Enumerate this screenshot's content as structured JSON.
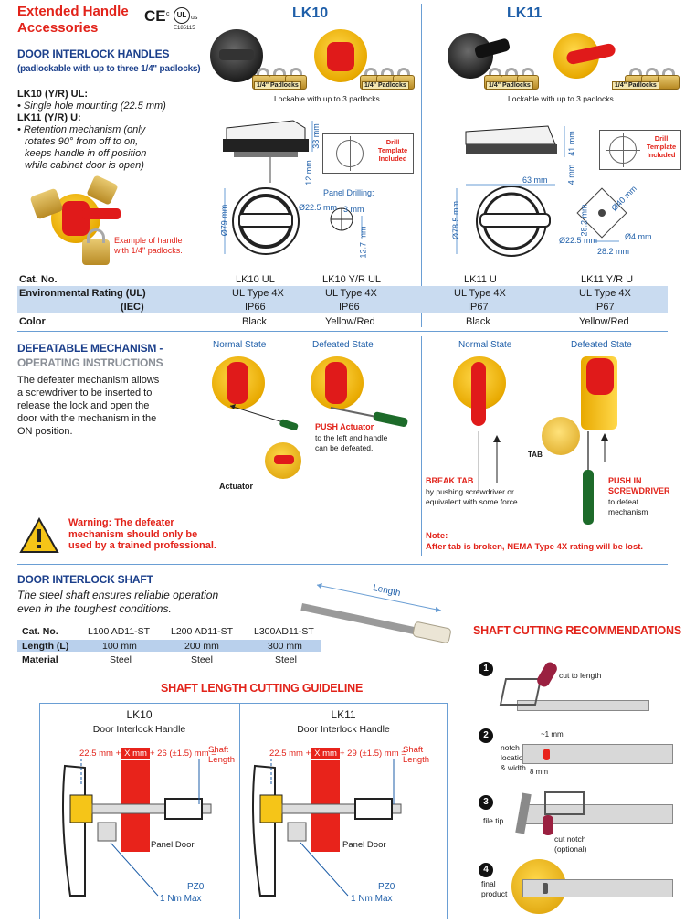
{
  "header": {
    "title_line1": "Extended Handle",
    "title_line2": "Accessories",
    "cert_ce": "CE",
    "cert_ul": "UL",
    "cert_us": "us",
    "cert_c": "c",
    "cert_file": "E185115",
    "lk10": "LK10",
    "lk11": "LK11"
  },
  "interlock": {
    "heading": "DOOR INTERLOCK HANDLES",
    "subheading": "(padlockable with up to three 1/4\" padlocks)",
    "lk10_label": "LK10 (Y/R) UL:",
    "lk10_bullet": "• Single hole mounting (22.5 mm)",
    "lk11_label": "LK11 (Y/R) U:",
    "lk11_bullet_1": "• Retention mechanism (only",
    "lk11_bullet_2": "rotates 90° from off to on,",
    "lk11_bullet_3": "keeps handle in off position",
    "lk11_bullet_4": "while cabinet door is open)",
    "example_1": "Example of handle",
    "example_2": "with 1/4\" padlocks.",
    "padlocks_label": "1/4\" Padlocks",
    "lockable": "Lockable with up to 3 padlocks.",
    "drill_1": "Drill",
    "drill_2": "Template",
    "drill_3": "Included",
    "panel_drilling": "Panel Drilling:",
    "lk10_dims": {
      "d38": "38 mm",
      "d12": "12 mm",
      "d79": "Ø79 mm",
      "d225": "Ø22.5 mm",
      "d3": "3 mm",
      "d127": "12.7 mm"
    },
    "lk11_dims": {
      "d41": "41 mm",
      "d4": "4 mm",
      "d63": "63 mm",
      "d785": "Ø78.5 mm",
      "d40": "Ø40 mm",
      "d282a": "28.2 mm",
      "d225": "Ø22.5 mm",
      "d4b": "Ø4 mm",
      "d282b": "28.2 mm"
    }
  },
  "spec_table": {
    "headers": [
      "Cat. No.",
      "LK10 UL",
      "LK10 Y/R UL",
      "LK11 U",
      "LK11 Y/R U"
    ],
    "env_ul_label": "Environmental Rating (UL)",
    "env_ul": [
      "UL Type 4X",
      "UL Type 4X",
      "UL Type 4X",
      "UL Type 4X"
    ],
    "env_iec_label": "(IEC)",
    "env_iec": [
      "IP66",
      "IP66",
      "IP67",
      "IP67"
    ],
    "color_label": "Color",
    "color": [
      "Black",
      "Yellow/Red",
      "Black",
      "Yellow/Red"
    ]
  },
  "defeater": {
    "heading_1": "DEFEATABLE MECHANISM -",
    "heading_2": "OPERATING INSTRUCTIONS",
    "body_1": "The defeater mechanism allows",
    "body_2": "a screwdriver to be inserted to",
    "body_3": "release the lock and open the",
    "body_4": "door with the mechanism in the",
    "body_5": "ON position.",
    "normal_state": "Normal State",
    "defeated_state": "Defeated State",
    "push_actuator": "PUSH Actuator",
    "push_actuator_2": "to the left and handle",
    "push_actuator_3": "can be defeated.",
    "actuator": "Actuator",
    "warning_1": "Warning: The defeater",
    "warning_2": "mechanism should only be",
    "warning_3": "used by a trained professional.",
    "lk11_normal": "Normal State",
    "lk11_defeated": "Defeated State",
    "tab": "TAB",
    "break_tab": "BREAK TAB",
    "break_tab_2": "by pushing screwdriver or",
    "break_tab_3": "equivalent with some force.",
    "push_in_1": "PUSH IN",
    "push_in_2": "SCREWDRIVER",
    "push_in_3": "to defeat",
    "push_in_4": "mechanism",
    "note": "Note:",
    "note_body": "After tab is broken, NEMA Type 4X rating will be lost."
  },
  "shaft": {
    "heading": "DOOR INTERLOCK SHAFT",
    "desc_1": "The steel shaft ensures reliable operation",
    "desc_2": "even in the toughest conditions.",
    "length_label": "Length",
    "table_headers": [
      "Cat. No.",
      "L100 AD11-ST",
      "L200 AD11-ST",
      "L300AD11-ST"
    ],
    "length_row_label": "Length (L)",
    "length_row": [
      "100 mm",
      "200 mm",
      "300 mm"
    ],
    "material_label": "Material",
    "material_row": [
      "Steel",
      "Steel",
      "Steel"
    ]
  },
  "cutting": {
    "heading": "SHAFT CUTTING RECOMMENDATIONS",
    "step1": "1",
    "step2": "2",
    "step3": "3",
    "step4": "4",
    "cut_to_length": "cut to length",
    "notch_1": "notch",
    "notch_2": "location",
    "notch_3": "& width",
    "approx_1mm": "~1 mm",
    "eight_mm": "8 mm",
    "file_tip": "file tip",
    "cut_notch_1": "cut notch",
    "cut_notch_2": "(optional)",
    "final_1": "final",
    "final_2": "product"
  },
  "guideline": {
    "heading": "SHAFT LENGTH CUTTING GUIDELINE",
    "lk10_title": "LK10",
    "lk10_sub": "Door Interlock Handle",
    "lk10_formula_a": "22.5 mm +",
    "lk10_formula_x": "X mm",
    "lk10_formula_b": "+ 26 (±1.5) mm =",
    "lk11_title": "LK11",
    "lk11_sub": "Door Interlock Handle",
    "lk11_formula_a": "22.5 mm +",
    "lk11_formula_x": "X mm",
    "lk11_formula_b": "+ 29 (±1.5) mm =",
    "shaft_length_1": "Shaft",
    "shaft_length_2": "Length",
    "panel_door": "Panel Door",
    "pz0": "PZ0",
    "nm": "1 Nm Max"
  }
}
